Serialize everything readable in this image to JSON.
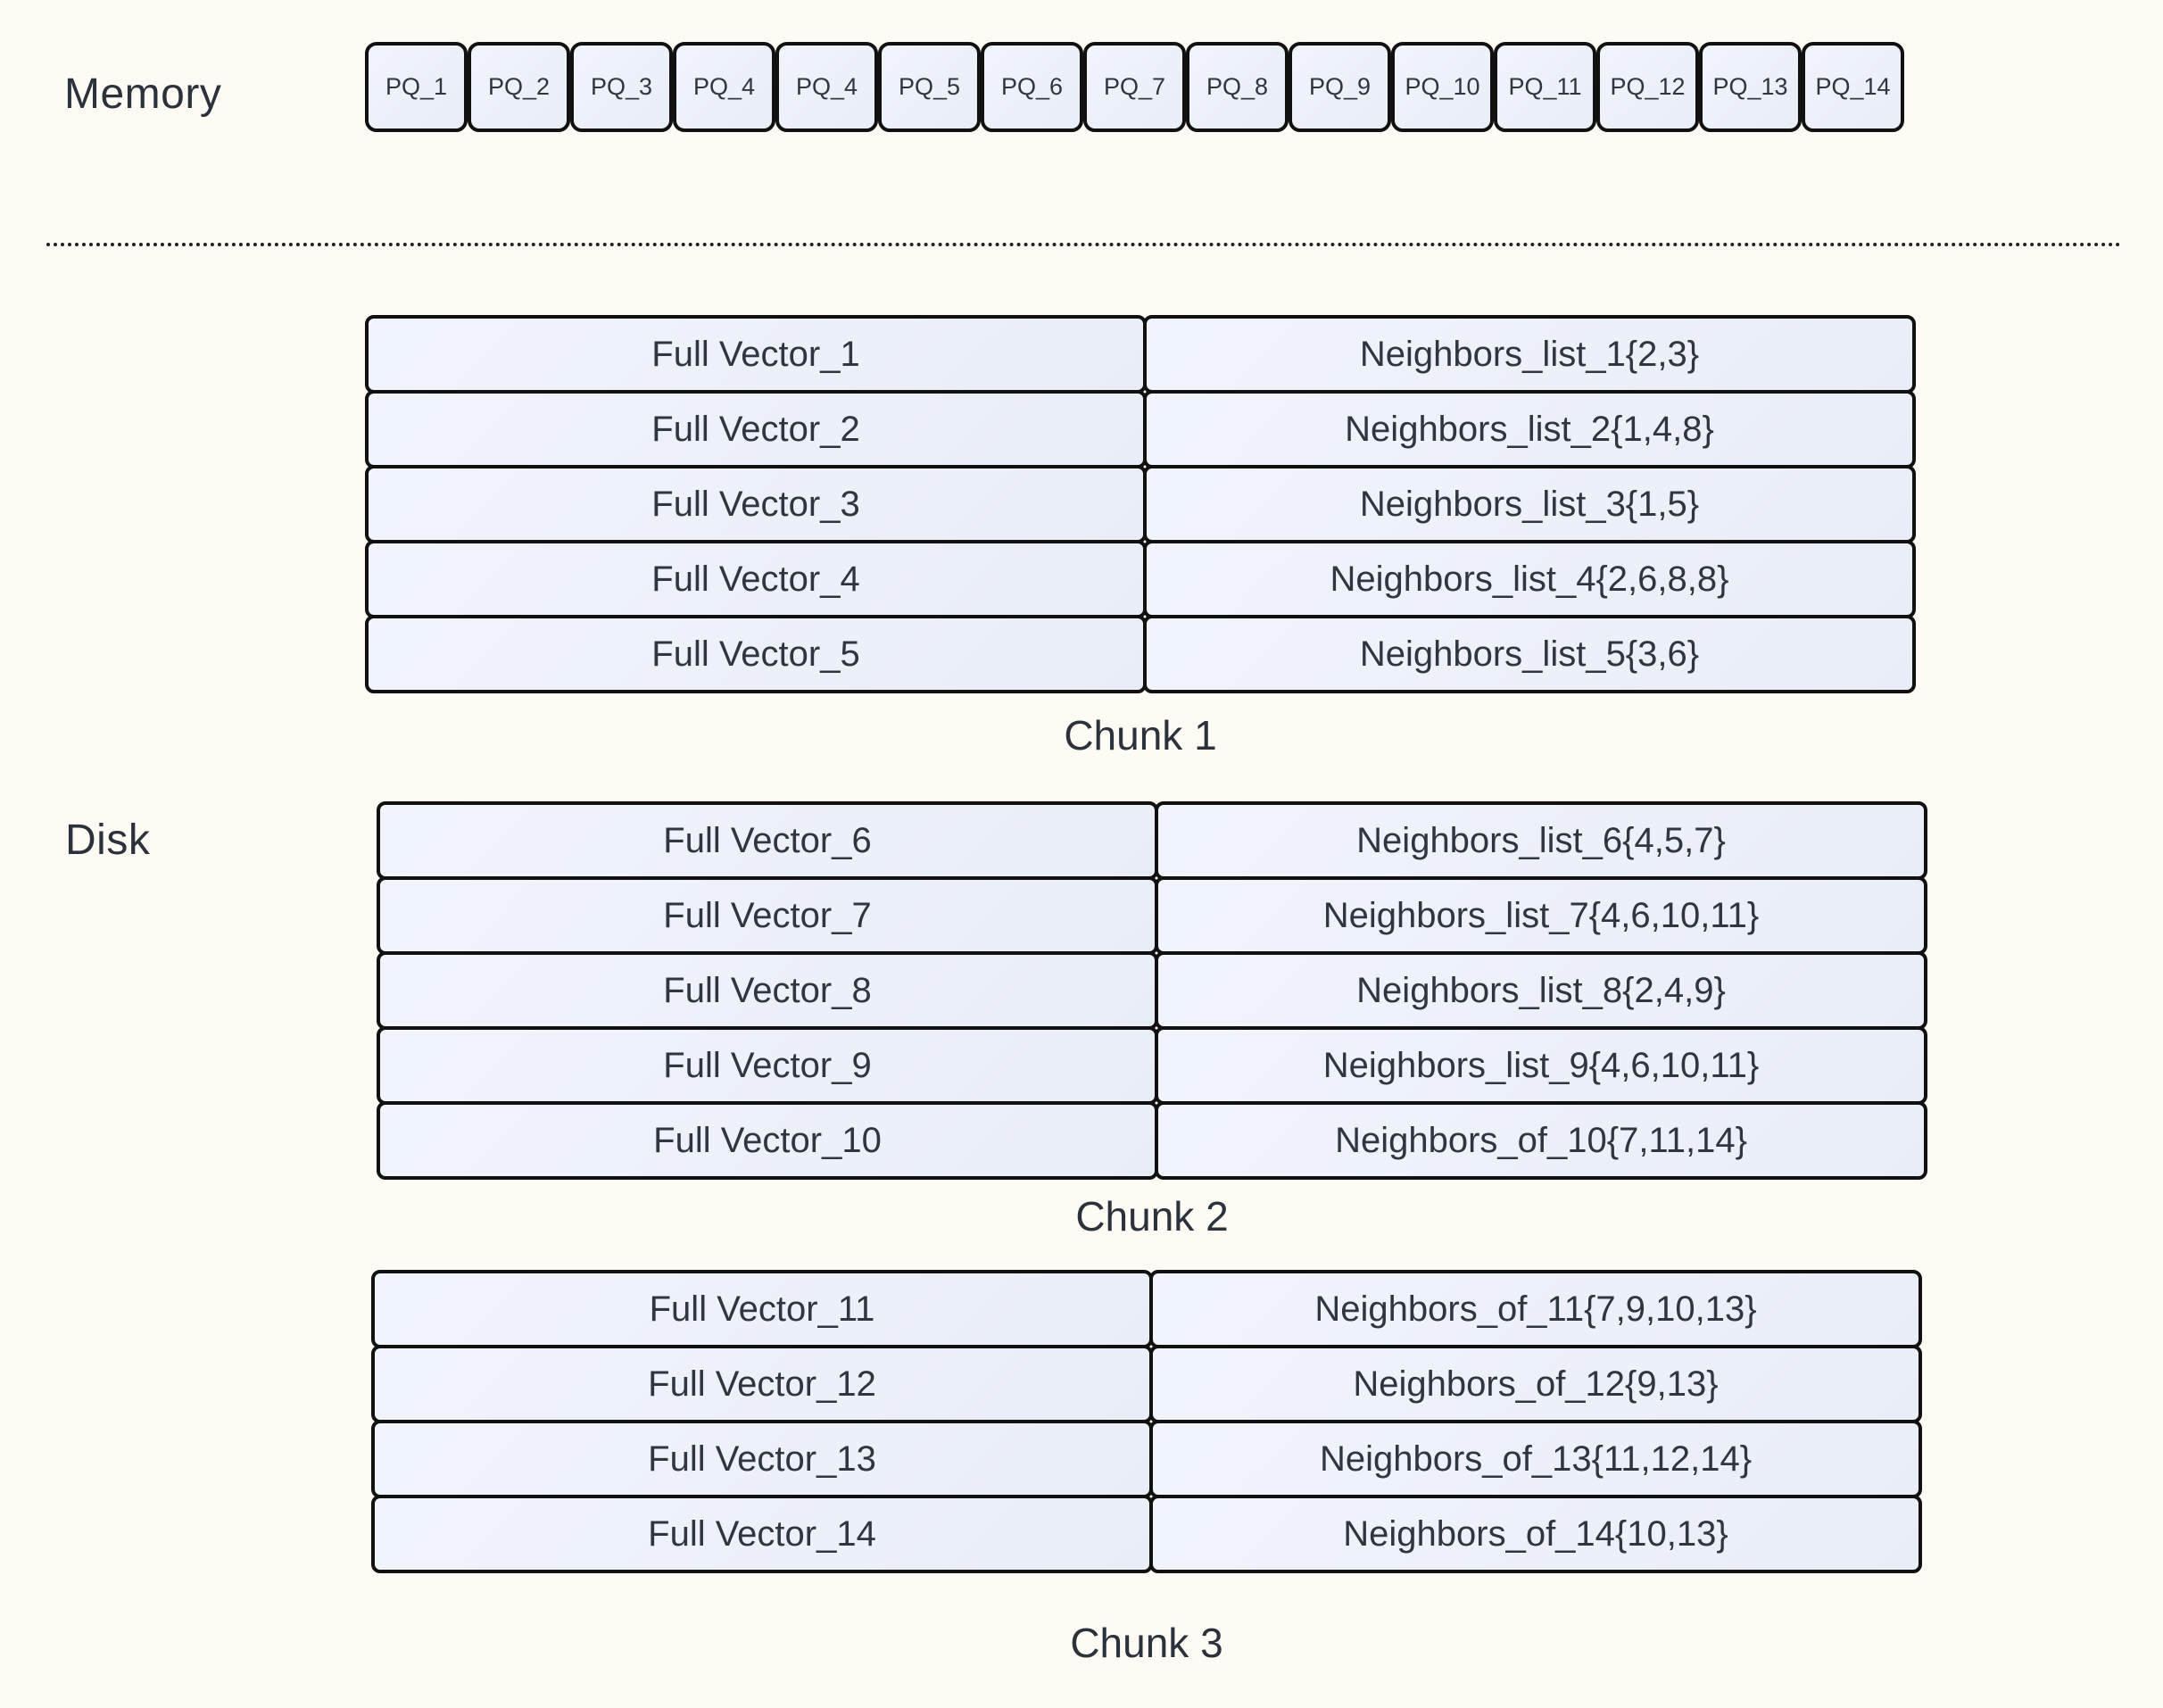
{
  "colors": {
    "background": "#fdfbf4",
    "box_fill": "#edf1f9",
    "box_border": "#111111",
    "text": "#2f3640"
  },
  "memory": {
    "label": "Memory",
    "pq_cells": [
      "PQ_1",
      "PQ_2",
      "PQ_3",
      "PQ_4",
      "PQ_4",
      "PQ_5",
      "PQ_6",
      "PQ_7",
      "PQ_8",
      "PQ_9",
      "PQ_10",
      "PQ_11",
      "PQ_12",
      "PQ_13",
      "PQ_14"
    ]
  },
  "disk": {
    "label": "Disk"
  },
  "chunks": [
    {
      "label": "Chunk 1",
      "rows": [
        {
          "vector": "Full Vector_1",
          "neighbors": "Neighbors_list_1{2,3}"
        },
        {
          "vector": "Full Vector_2",
          "neighbors": "Neighbors_list_2{1,4,8}"
        },
        {
          "vector": "Full Vector_3",
          "neighbors": "Neighbors_list_3{1,5}"
        },
        {
          "vector": "Full Vector_4",
          "neighbors": "Neighbors_list_4{2,6,8,8}"
        },
        {
          "vector": "Full Vector_5",
          "neighbors": "Neighbors_list_5{3,6}"
        }
      ]
    },
    {
      "label": "Chunk 2",
      "rows": [
        {
          "vector": "Full Vector_6",
          "neighbors": "Neighbors_list_6{4,5,7}"
        },
        {
          "vector": "Full Vector_7",
          "neighbors": "Neighbors_list_7{4,6,10,11}"
        },
        {
          "vector": "Full Vector_8",
          "neighbors": "Neighbors_list_8{2,4,9}"
        },
        {
          "vector": "Full Vector_9",
          "neighbors": "Neighbors_list_9{4,6,10,11}"
        },
        {
          "vector": "Full Vector_10",
          "neighbors": "Neighbors_of_10{7,11,14}"
        }
      ]
    },
    {
      "label": "Chunk 3",
      "rows": [
        {
          "vector": "Full Vector_11",
          "neighbors": "Neighbors_of_11{7,9,10,13}"
        },
        {
          "vector": "Full Vector_12",
          "neighbors": "Neighbors_of_12{9,13}"
        },
        {
          "vector": "Full Vector_13",
          "neighbors": "Neighbors_of_13{11,12,14}"
        },
        {
          "vector": "Full Vector_14",
          "neighbors": "Neighbors_of_14{10,13}"
        }
      ]
    }
  ]
}
